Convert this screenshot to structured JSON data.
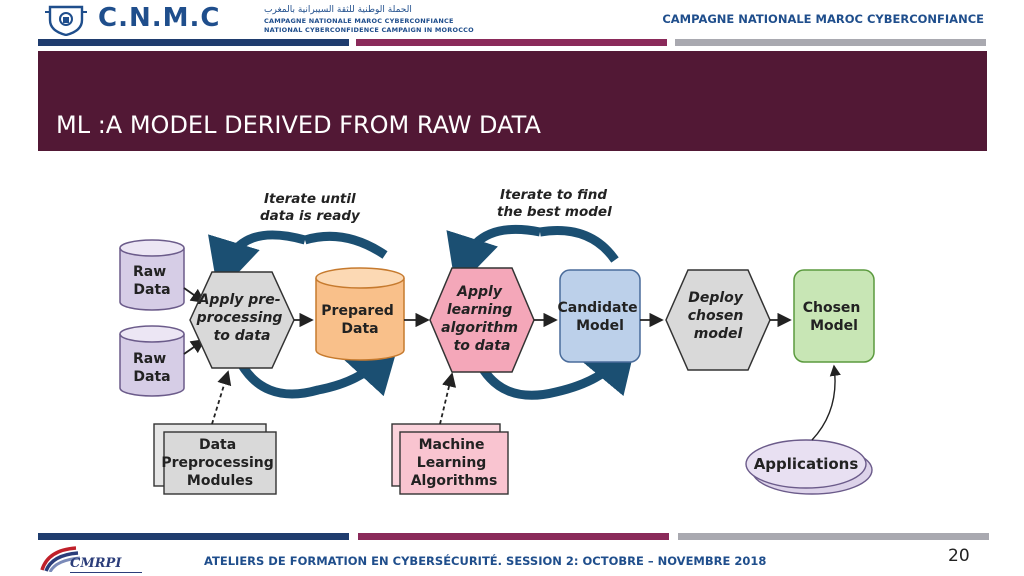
{
  "header": {
    "logo_text": "C.N.M.C",
    "arabic_line": "الحملة الوطنية للثقة السيبرانية بالمغرب",
    "fr_line": "CAMPAGNE NATIONALE MAROC CYBERCONFIANCE",
    "en_line": "NATIONAL CYBERCONFIDENCE CAMPAIGN IN MOROCCO",
    "right_title": "CAMPAGNE NATIONALE MAROC CYBERCONFIANCE"
  },
  "slide": {
    "title": "ML :A MODEL DERIVED FROM RAW DATA",
    "page_number": "20"
  },
  "diagram": {
    "raw_data_1": [
      "Raw",
      "Data"
    ],
    "raw_data_2": [
      "Raw",
      "Data"
    ],
    "preprocess": [
      "Apply pre-",
      "processing",
      "to data"
    ],
    "prepared": [
      "Prepared",
      "Data"
    ],
    "learning": [
      "Apply",
      "learning",
      "algorithm",
      "to data"
    ],
    "candidate": [
      "Candidate",
      "Model"
    ],
    "deploy": [
      "Deploy",
      "chosen",
      "model"
    ],
    "chosen": [
      "Chosen",
      "Model"
    ],
    "iterate1": [
      "Iterate until",
      "data is ready"
    ],
    "iterate2": [
      "Iterate to find",
      "the best model"
    ],
    "modules": [
      "Data",
      "Preprocessing",
      "Modules"
    ],
    "algorithms": [
      "Machine",
      "Learning",
      "Algorithms"
    ],
    "applications": "Applications"
  },
  "footer": {
    "logo_text": "CMRPI",
    "text": "ATELIERS DE FORMATION EN CYBERSÉCURITÉ.  SESSION 2: OCTOBRE – NOVEMBRE 2018"
  },
  "colors": {
    "title_band": "#521835",
    "bar_blue": "#1f3c6e",
    "bar_magenta": "#8a2a5a",
    "bar_grey": "#a9a9b0",
    "arrow_blue": "#1b4f72",
    "hex_grey": "#d9d9d9",
    "hex_pink": "#f4a7b9",
    "prepared_orange": "#f9c08a",
    "candidate_blue": "#bcd0ea",
    "chosen_green": "#c8e6b5",
    "raw_purple": "#d6cde6"
  }
}
